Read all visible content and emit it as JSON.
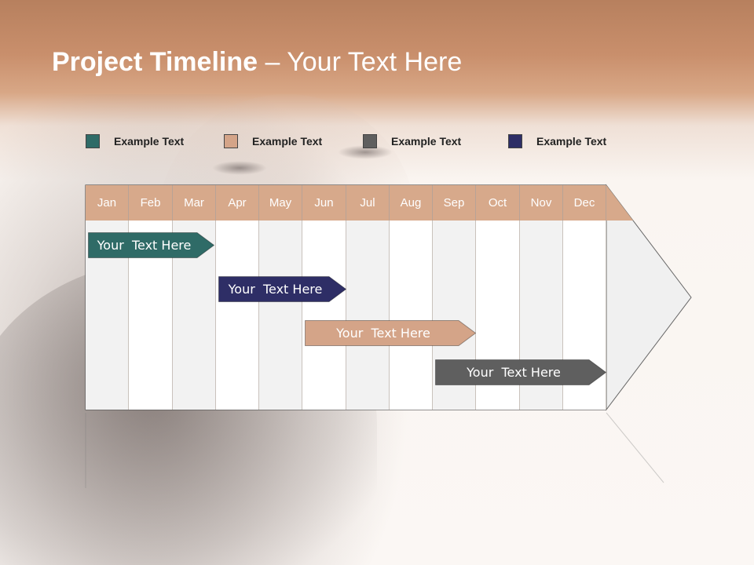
{
  "title": {
    "bold": "Project Timeline",
    "rest": " – Your Text Here"
  },
  "legend": [
    {
      "label": "Example Text",
      "color": "#2f6b67"
    },
    {
      "label": "Example Text",
      "color": "#d4a488"
    },
    {
      "label": "Example Text",
      "color": "#5f5f5f"
    },
    {
      "label": "Example Text",
      "color": "#2e2e66"
    }
  ],
  "months": [
    "Jan",
    "Feb",
    "Mar",
    "Apr",
    "May",
    "Jun",
    "Jul",
    "Aug",
    "Sep",
    "Oct",
    "Nov",
    "Dec"
  ],
  "tasks": [
    {
      "label": "Your  Text Here",
      "color": "#2f6b67",
      "start_month": "Jan",
      "end_month": "Mar"
    },
    {
      "label": "Your  Text Here",
      "color": "#2e2e66",
      "start_month": "Apr",
      "end_month": "Jun"
    },
    {
      "label": "Your  Text Here",
      "color": "#d4a488",
      "start_month": "Jun",
      "end_month": "Sep"
    },
    {
      "label": "Your  Text Here",
      "color": "#5f5f5f",
      "start_month": "Sep",
      "end_month": "Dec"
    }
  ],
  "colors": {
    "header": "#d7a98b",
    "column_light": "#f2f2f2",
    "column_white": "#ffffff"
  }
}
